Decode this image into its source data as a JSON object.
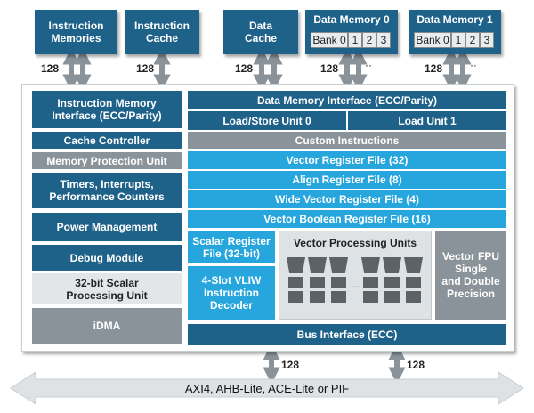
{
  "top": {
    "instruction_memories": "Instruction\nMemories",
    "instruction_cache": "Instruction\nCache",
    "data_cache": "Data\nCache",
    "data_memory_0": "Data Memory 0",
    "data_memory_1": "Data Memory 1",
    "bank0": "Bank 0",
    "bank1": "1",
    "bank2": "2",
    "bank3": "3",
    "dots": "··"
  },
  "widths": {
    "w1": "128",
    "w2": "128",
    "w3": "128",
    "w4": "128",
    "w5": "128",
    "w6": "128",
    "w7": "128"
  },
  "left": {
    "imem_iface": "Instruction Memory\nInterface (ECC/Parity)",
    "cache_controller": "Cache Controller",
    "mpu": "Memory Protection Unit",
    "timers": "Timers, Interrupts,\nPerformance Counters",
    "power": "Power Management",
    "debug": "Debug Module",
    "scalar": "32-bit Scalar\nProcessing Unit",
    "idma": "iDMA"
  },
  "right": {
    "dmem_iface": "Data Memory Interface (ECC/Parity)",
    "lsu0": "Load/Store Unit 0",
    "lu1": "Load Unit 1",
    "custom": "Custom Instructions",
    "vreg": "Vector Register File (32)",
    "areg": "Align Register File (8)",
    "wvreg": "Wide Vector Register File (4)",
    "vbreg": "Vector Boolean Register File (16)",
    "sreg": "Scalar Register\nFile (32-bit)",
    "vliw": "4-Slot VLIW\nInstruction\nDecoder",
    "vpu": "Vector Processing Units",
    "vpu_dots": "...",
    "vfpu": "Vector FPU\nSingle\nand Double\nPrecision",
    "bus": "Bus Interface (ECC)"
  },
  "bottom": {
    "bus_label": "AXI4, AHB-Lite, ACE-Lite or PIF"
  },
  "colors": {
    "dark_blue": "#1f6289",
    "bright_blue": "#27a6de",
    "gray": "#8a9399",
    "light_gray": "#e3e6e8"
  }
}
